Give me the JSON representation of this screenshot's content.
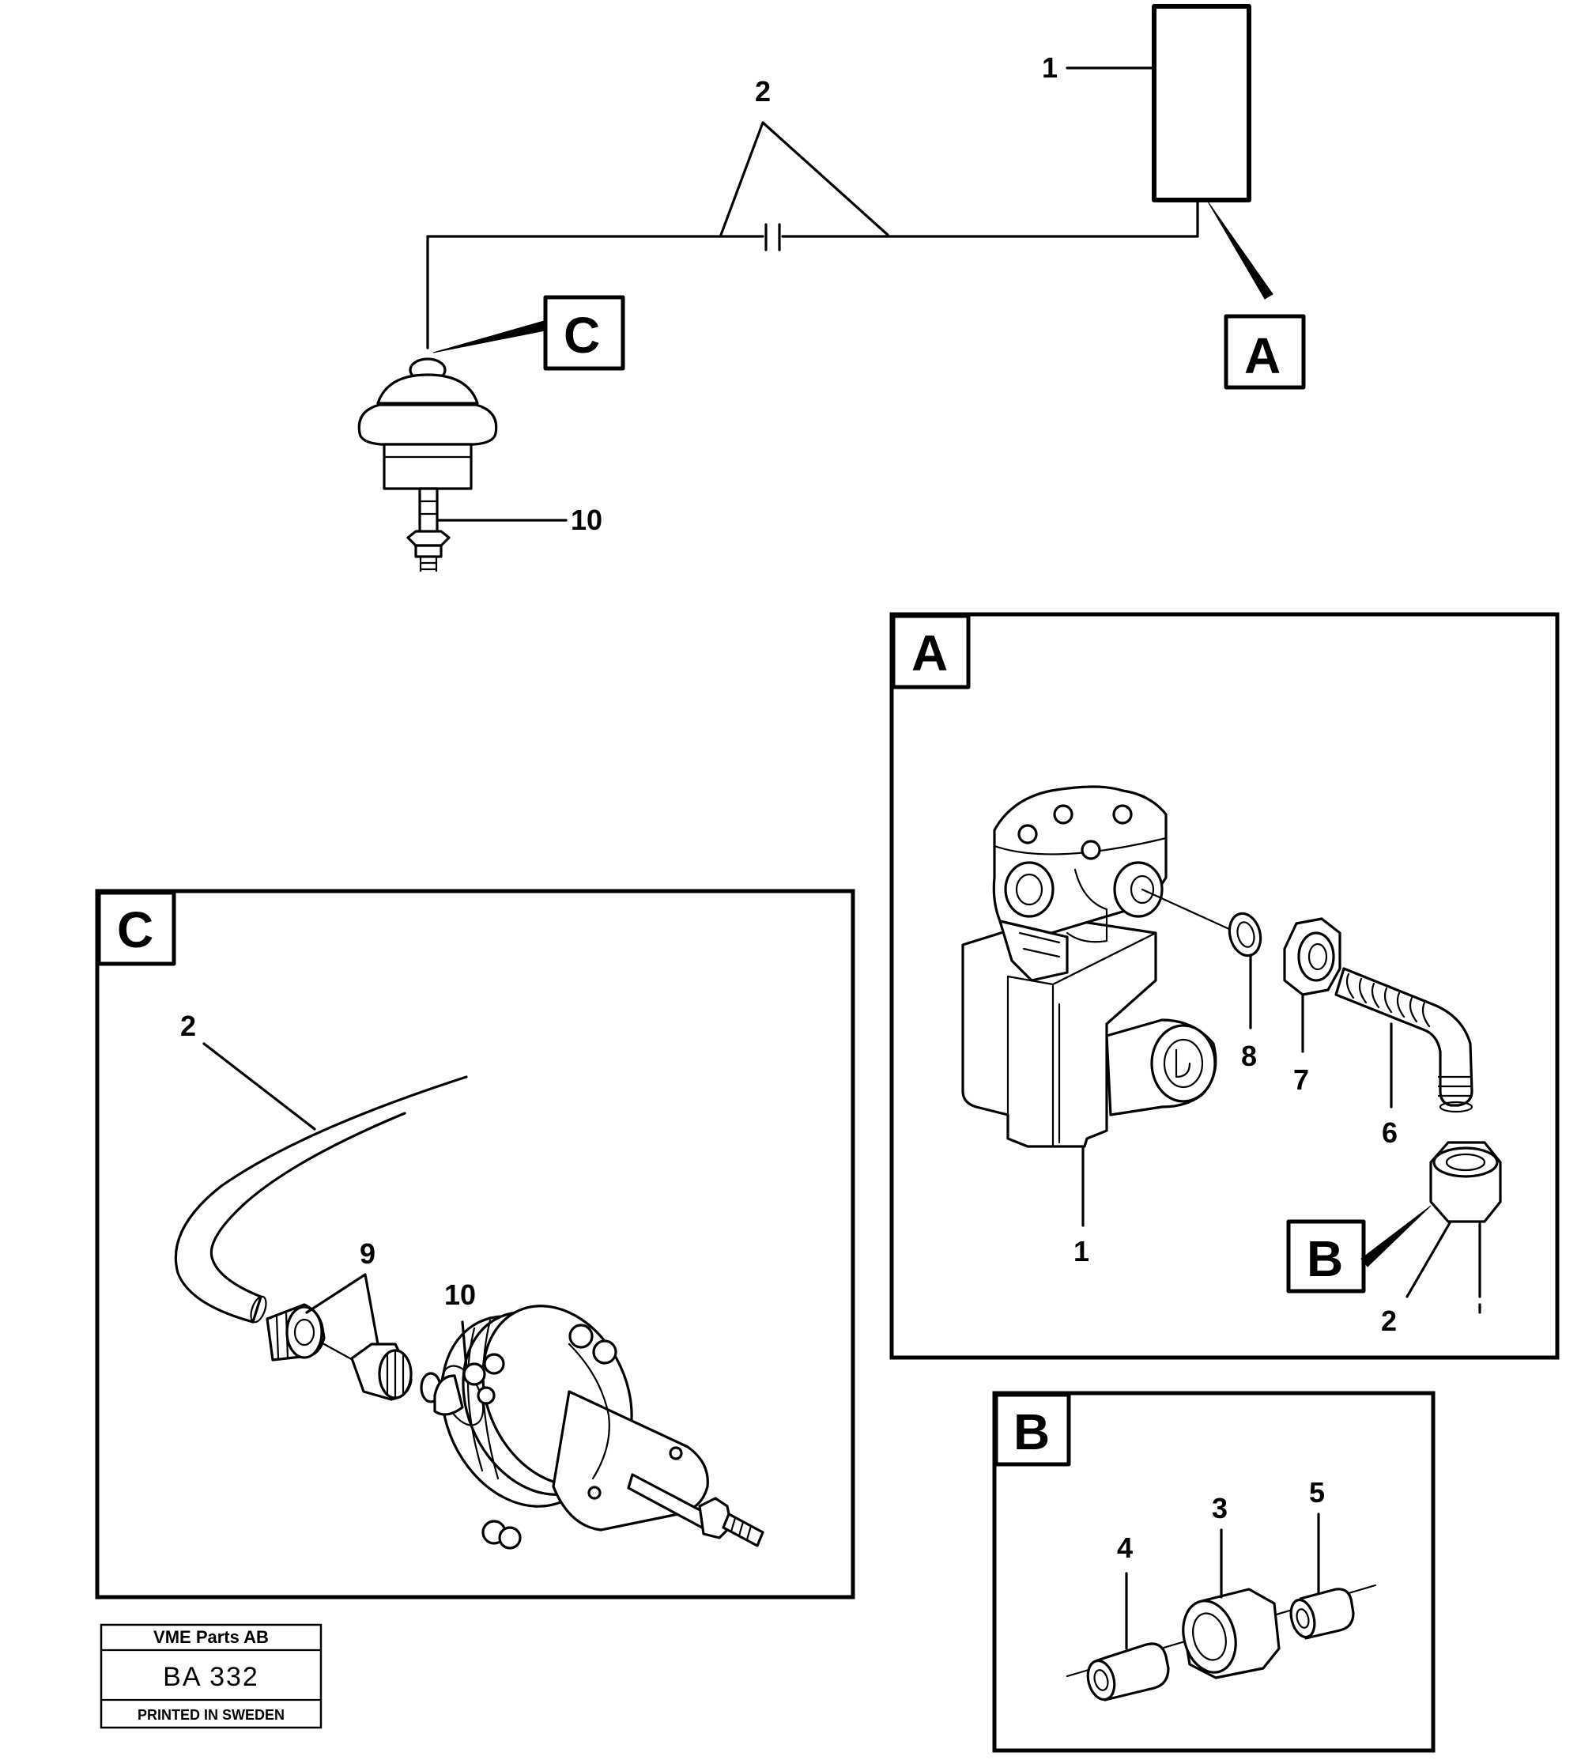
{
  "overview": {
    "labels": {
      "part_1": "1",
      "part_2": "2",
      "part_10": "10"
    },
    "callouts": {
      "a": "A",
      "c": "C"
    }
  },
  "detail_a": {
    "letter": "A",
    "labels": {
      "part_1": "1",
      "part_2": "2",
      "part_6": "6",
      "part_7": "7",
      "part_8": "8"
    },
    "callout_b": "B"
  },
  "detail_b": {
    "letter": "B",
    "labels": {
      "part_3": "3",
      "part_4": "4",
      "part_5": "5"
    }
  },
  "detail_c": {
    "letter": "C",
    "labels": {
      "part_2": "2",
      "part_9": "9",
      "part_10": "10"
    }
  },
  "stamp": {
    "company": "VME Parts AB",
    "code": "BA 332",
    "printed": "PRINTED IN SWEDEN"
  }
}
